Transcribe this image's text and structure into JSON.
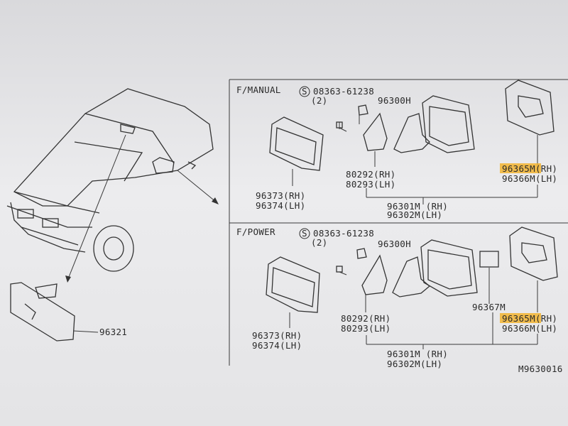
{
  "sections": {
    "manual": {
      "title": "F/MANUAL",
      "screw_circle": "S",
      "screw_part": "08363-61238",
      "screw_qty": "(2)",
      "p_96300H": "96300H",
      "p_80292": "80292(RH)",
      "p_80293": "80293(LH)",
      "p_96373": "96373(RH)",
      "p_96374": "96374(LH)",
      "p_96301M": "96301M (RH)",
      "p_96302M": "96302M(LH)",
      "p_96365M": "96365M(RH)",
      "p_96366M": "96366M(LH)"
    },
    "power": {
      "title": "F/POWER",
      "screw_circle": "S",
      "screw_part": "08363-61238",
      "screw_qty": "(2)",
      "p_96300H": "96300H",
      "p_80292": "80292(RH)",
      "p_80293": "80293(LH)",
      "p_96373": "96373(RH)",
      "p_96374": "96374(LH)",
      "p_96367M": "96367M",
      "p_96301M": "96301M (RH)",
      "p_96302M": "96302M(LH)",
      "p_96365M": "96365M(RH)",
      "p_96366M": "96366M(LH)"
    }
  },
  "rearview": {
    "part": "96321"
  },
  "figure_code": "M9630016",
  "colors": {
    "highlight": "#f2b431",
    "ink": "#2a2a2a",
    "paper": "#ececee"
  }
}
